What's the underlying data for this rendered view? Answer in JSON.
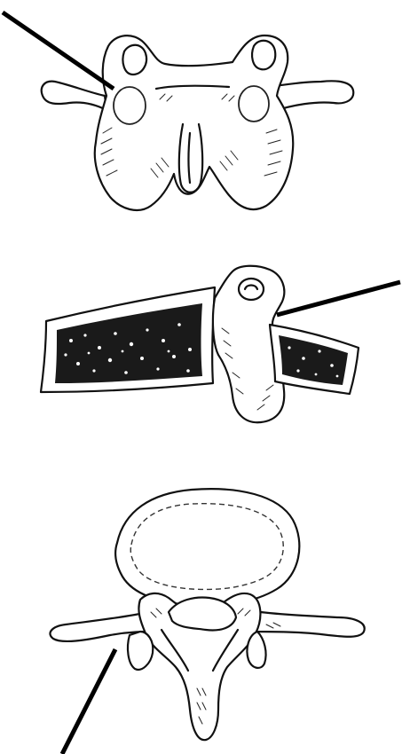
{
  "colors": {
    "ink": "#111111",
    "background": "#ffffff",
    "needle": "#000000"
  },
  "panels": [
    {
      "id": "posterior-view",
      "icon": "vertebra-posterior-view-icon"
    },
    {
      "id": "lateral-view",
      "icon": "vertebra-lateral-view-icon"
    },
    {
      "id": "axial-view",
      "icon": "vertebra-axial-view-icon"
    }
  ]
}
